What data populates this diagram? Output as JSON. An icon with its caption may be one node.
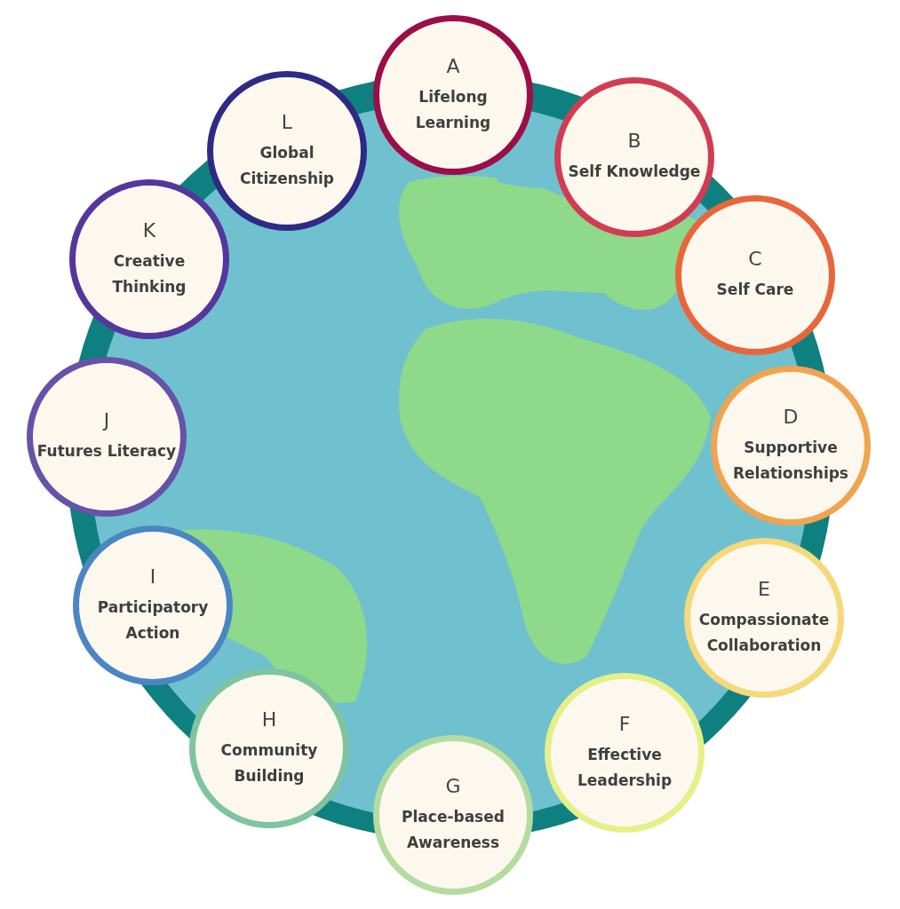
{
  "diagram": {
    "nodes": [
      {
        "text": [
          "A",
          "Lifelong Learning"
        ]
      },
      {
        "text": [
          "B",
          "Self Knowledge"
        ]
      },
      {
        "text": [
          "C",
          "Self Care"
        ]
      },
      {
        "text": [
          "D",
          "Supportive Relationships"
        ]
      },
      {
        "text": [
          "E",
          "Compassionate Collaboration"
        ]
      },
      {
        "text": [
          "F",
          "Effective Leadership"
        ]
      },
      {
        "text": [
          "G",
          "Place-based Awareness"
        ]
      },
      {
        "text": [
          "H",
          "Community Building"
        ]
      },
      {
        "text": [
          "I",
          "Participatory Action"
        ]
      },
      {
        "text": [
          "J",
          "Futures Literacy"
        ]
      },
      {
        "text": [
          "K",
          "Creative Thinking"
        ]
      },
      {
        "text": [
          "L",
          "Global Citizenship"
        ]
      }
    ]
  }
}
